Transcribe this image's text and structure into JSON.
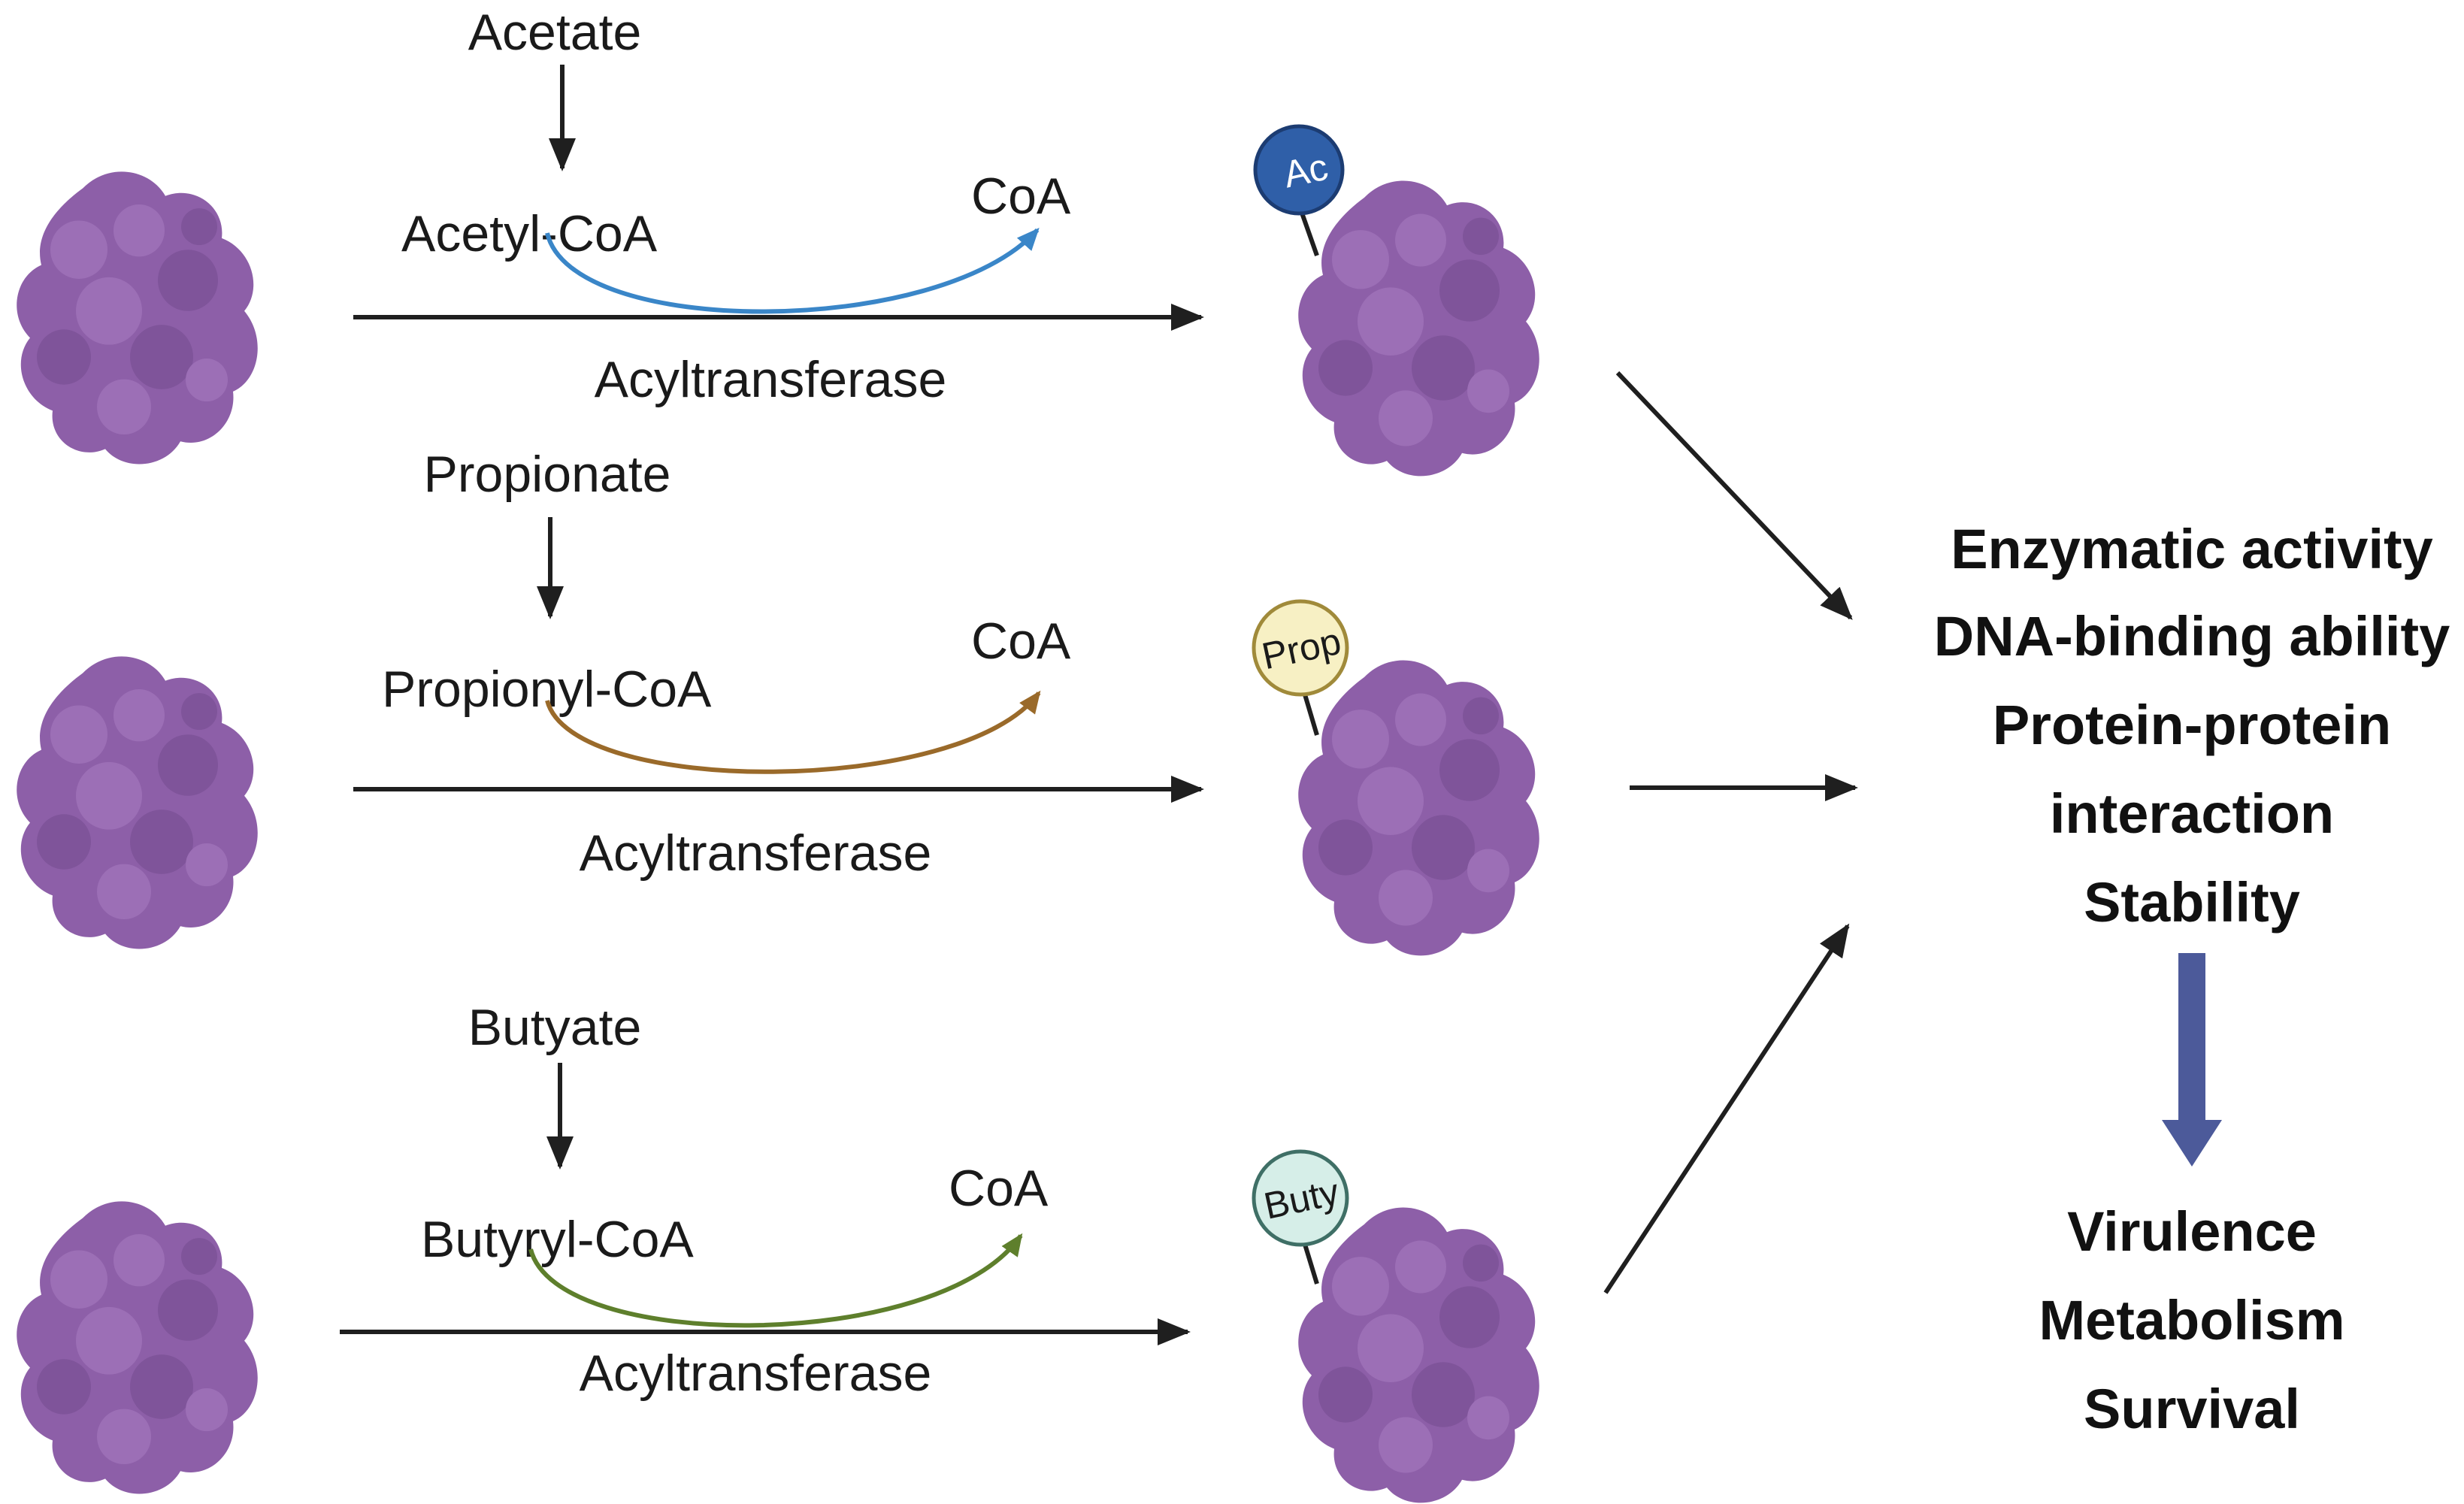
{
  "colors": {
    "protein": "#8d5fa8",
    "protein_dark": "#6e4a86",
    "arrow": "#1f1f1f",
    "acetyl_curve": "#3a86c8",
    "propionyl_curve": "#9a6a2a",
    "butyryl_curve": "#5e7f2c",
    "down_arrow": "#4c5a9a"
  },
  "pathways": [
    {
      "substrate": "Acetate",
      "acyl_coa": "Acetyl-CoA",
      "coa": "CoA",
      "enzyme": "Acyltransferase",
      "badge": "Ac",
      "badge_fill": "#2f5fa8",
      "badge_stroke": "#1c3c72"
    },
    {
      "substrate": "Propionate",
      "acyl_coa": "Propionyl-CoA",
      "coa": "CoA",
      "enzyme": "Acyltransferase",
      "badge": "Prop",
      "badge_fill": "#f7f0c4",
      "badge_stroke": "#a08a3a"
    },
    {
      "substrate": "Butyate",
      "acyl_coa": "Butyryl-CoA",
      "coa": "CoA",
      "enzyme": "Acyltransferase",
      "badge": "Buty",
      "badge_fill": "#d6eee8",
      "badge_stroke": "#3f6f66"
    }
  ],
  "effects": [
    "Enzymatic activity",
    "DNA-binding ability",
    "Protein-protein",
    "interaction",
    "Stability"
  ],
  "outcomes": [
    "Virulence",
    "Metabolism",
    "Survival"
  ]
}
